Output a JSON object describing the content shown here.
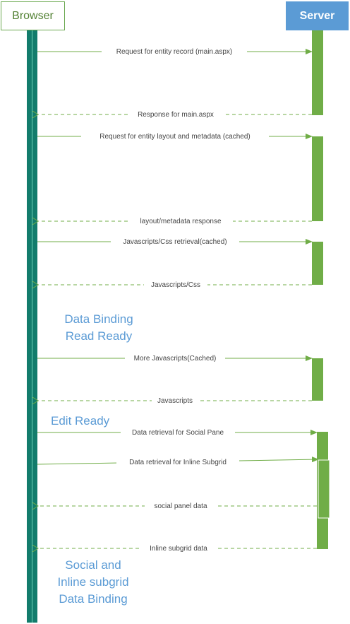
{
  "actors": {
    "browser": "Browser",
    "server": "Server"
  },
  "colors": {
    "lifeline_browser": "#127c6c",
    "activation_server": "#70ad47",
    "arrow": "#70ad47",
    "phase_text": "#5b9bd5",
    "server_box": "#5b9bd5"
  },
  "messages": [
    {
      "label": "Request for entity record (main.aspx)",
      "kind": "request"
    },
    {
      "label": "Response for main.aspx",
      "kind": "response"
    },
    {
      "label": "Request for entity layout and metadata (cached)",
      "kind": "request"
    },
    {
      "label": "layout/metadata response",
      "kind": "response"
    },
    {
      "label": "Javascripts/Css retrieval(cached)",
      "kind": "request"
    },
    {
      "label": "Javascripts/Css",
      "kind": "response"
    },
    {
      "label": "More Javascripts(Cached)",
      "kind": "request"
    },
    {
      "label": "Javascripts",
      "kind": "response"
    },
    {
      "label": "Data retrieval for Social Pane",
      "kind": "request"
    },
    {
      "label": "Data retrieval for Inline Subgrid",
      "kind": "request"
    },
    {
      "label": "social panel data",
      "kind": "response"
    },
    {
      "label": "Inline subgrid data",
      "kind": "response"
    }
  ],
  "phases": {
    "data_binding": "Data Binding",
    "read_ready": "Read Ready",
    "edit_ready": "Edit Ready",
    "social_line1": "Social and",
    "social_line2": "Inline subgrid",
    "social_line3": "Data Binding"
  }
}
